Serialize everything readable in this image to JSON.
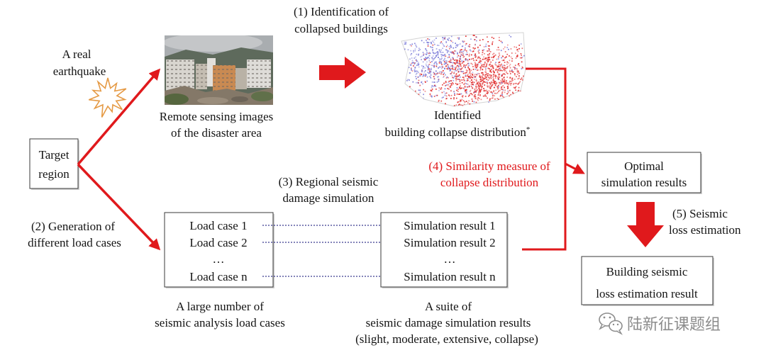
{
  "diagram": {
    "step1_label": {
      "line1": "(1) Identification of",
      "line2": "collapsed buildings"
    },
    "earthquake_label": {
      "line1": "A real",
      "line2": "earthquake"
    },
    "remote_sensing_caption": {
      "line1": "Remote sensing images",
      "line2": "of the disaster area"
    },
    "identified_caption": {
      "line1": "Identified",
      "line2": "building collapse distribution",
      "note_marker": "*"
    },
    "target_region_box": {
      "line1": "Target",
      "line2": "region"
    },
    "step2_label": {
      "line1": "(2) Generation of",
      "line2": "different load cases"
    },
    "step3_label": {
      "line1": "(3) Regional seismic",
      "line2": "damage simulation"
    },
    "step4_label": {
      "line1": "(4) Similarity measure of",
      "line2": "collapse distribution"
    },
    "step5_label": {
      "line1": "(5) Seismic",
      "line2": "loss estimation"
    },
    "optimal_box": {
      "line1": "Optimal",
      "line2": "simulation results"
    },
    "loss_result_box": {
      "line1": "Building seismic",
      "line2": "loss estimation result"
    },
    "load_cases_box": {
      "items": [
        "Load case 1",
        "Load case 2",
        "…",
        "Load case n"
      ]
    },
    "sim_results_box": {
      "items": [
        "Simulation result 1",
        "Simulation result 2",
        "…",
        "Simulation result n"
      ]
    },
    "load_cases_caption": {
      "line1": "A large number of",
      "line2": "seismic analysis load cases"
    },
    "sim_results_caption": {
      "line1": "A suite of",
      "line2": "seismic damage simulation results",
      "line3": "(slight, moderate, extensive, collapse)"
    }
  },
  "icons": {
    "earthquake": "starburst-icon",
    "flow_right": "block-arrow-right-icon",
    "flow_down": "block-arrow-down-icon",
    "watermark": "wechat-icon"
  },
  "colors": {
    "arrow": "#e0191c",
    "highlight_text": "#e0191c",
    "dotted_arrow": "#3b3b8f",
    "starburst": "#e59a45",
    "map_dot_red": "#e02828",
    "map_dot_blue": "#7a7ad8"
  },
  "watermark": {
    "text": "陆新征课题组"
  }
}
